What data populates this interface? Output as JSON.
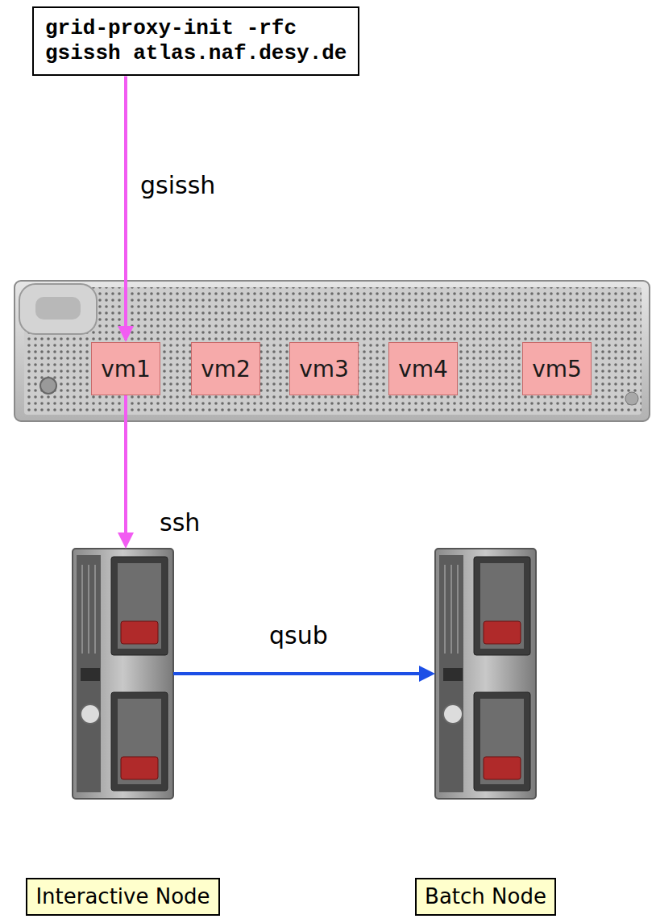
{
  "diagram": {
    "nodes": [
      {
        "text": [
          "grid-proxy-init -rfc",
          "gsissh atlas.naf.desy.de"
        ]
      },
      {
        "text": [
          "vm1"
        ]
      },
      {
        "text": [
          "vm2"
        ]
      },
      {
        "text": [
          "vm3"
        ]
      },
      {
        "text": [
          "vm4"
        ]
      },
      {
        "text": [
          "vm5"
        ]
      },
      {
        "text": [
          "Interactive Node"
        ]
      },
      {
        "text": [
          "Batch Node"
        ]
      }
    ],
    "edges": [
      {
        "from": 0,
        "to": 1,
        "arrow": "to",
        "label": "gsissh"
      },
      {
        "from": 1,
        "to": 6,
        "arrow": "to",
        "label": "ssh"
      },
      {
        "from": 6,
        "to": 7,
        "arrow": "to",
        "label": "qsub"
      }
    ]
  }
}
